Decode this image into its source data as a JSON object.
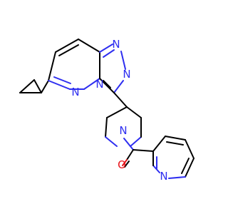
{
  "molecule": {
    "atoms": {
      "n_triazole_top": "N",
      "n_triazole_right": "N",
      "n_bridge": "N",
      "n_pyridazine": "N",
      "n_piperidine": "N",
      "o_carbonyl": "O",
      "n_pyridine": "N"
    },
    "colors": {
      "carbon_bond": "#000000",
      "nitrogen": "#2e2ef0",
      "oxygen": "#e8151b",
      "background": "#ffffff"
    }
  }
}
